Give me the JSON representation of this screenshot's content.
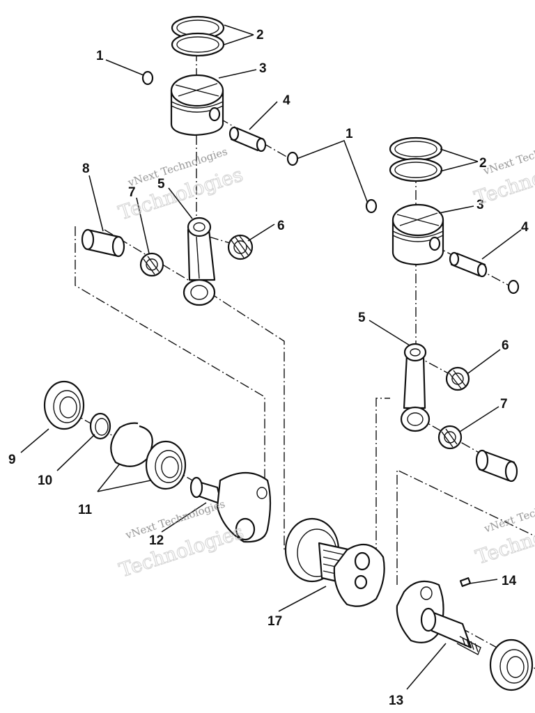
{
  "watermark": {
    "line1": "vNext Technologies",
    "line2": "Technologies"
  },
  "callouts": {
    "c1a": "1",
    "c2a": "2",
    "c3a": "3",
    "c4a": "4",
    "c1b": "1",
    "c8": "8",
    "c7a": "7",
    "c5a": "5",
    "c6a": "6",
    "c2b": "2",
    "c3b": "3",
    "c4b": "4",
    "c5b": "5",
    "c6b": "6",
    "c7b": "7",
    "c9": "9",
    "c10": "10",
    "c11": "11",
    "c12": "12",
    "c17": "17",
    "c14": "14",
    "c13": "13"
  }
}
